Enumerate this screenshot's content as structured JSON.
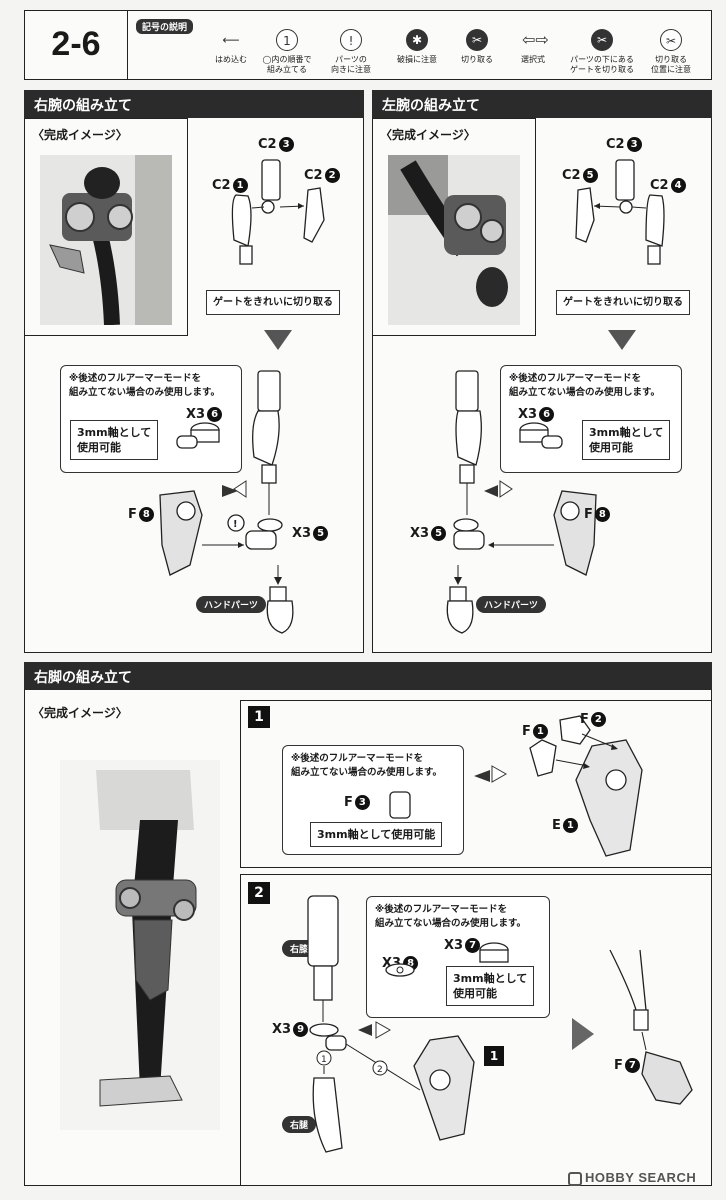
{
  "page": {
    "step": "2-6"
  },
  "legend": {
    "title": "記号の説明",
    "items": [
      {
        "label": "はめ込む",
        "icon": "arrow-left-icon"
      },
      {
        "label": "◯内の順番で\n組み立てる",
        "icon": "circled-one-icon"
      },
      {
        "label": "パーツの\n向きに注意",
        "icon": "exclamation-icon"
      },
      {
        "label": "破損に注意",
        "icon": "break-icon"
      },
      {
        "label": "切り取る",
        "icon": "cut-icon"
      },
      {
        "label": "選択式",
        "icon": "select-arrows-icon"
      },
      {
        "label": "パーツの下にある\nゲートを切り取る",
        "icon": "gate-cut-icon"
      },
      {
        "label": "切り取る\n位置に注意",
        "icon": "cut-position-icon"
      }
    ]
  },
  "right_arm": {
    "title": "右腕の組み立て",
    "preview": "〈完成イメージ〉",
    "parts": {
      "c2_3": "C2",
      "c2_1": "C2",
      "c2_2": "C2",
      "n3": "3",
      "n1": "1",
      "n2": "2"
    },
    "gate_note": "ゲートをきれいに切り取る",
    "note": "※後述のフルアーマーモードを\n組み立てない場合のみ使用します。",
    "x3_6": "X3",
    "n6": "6",
    "shaft": "3mm軸として\n使用可能",
    "f8": "F",
    "n8": "8",
    "x3_5": "X3",
    "n5": "5",
    "hand": "ハンドパーツ"
  },
  "left_arm": {
    "title": "左腕の組み立て",
    "preview": "〈完成イメージ〉",
    "parts": {
      "c2_3": "C2",
      "c2_5": "C2",
      "c2_4": "C2",
      "n3": "3",
      "n5": "5",
      "n4": "4"
    },
    "gate_note": "ゲートをきれいに切り取る",
    "note": "※後述のフルアーマーモードを\n組み立てない場合のみ使用します。",
    "x3_6": "X3",
    "n6": "6",
    "shaft": "3mm軸として\n使用可能",
    "f8": "F",
    "n8": "8",
    "x3_5": "X3",
    "n5": "5",
    "hand": "ハンドパーツ"
  },
  "right_leg": {
    "title": "右脚の組み立て",
    "preview": "〈完成イメージ〉",
    "step1": {
      "num": "1",
      "note": "※後述のフルアーマーモードを\n組み立てない場合のみ使用します。",
      "f3": "F",
      "n3": "3",
      "shaft": "3mm軸として使用可能",
      "f1": "F",
      "n1": "1",
      "f2": "F",
      "n2": "2",
      "e1": "E",
      "ne1": "1"
    },
    "step2": {
      "num": "2",
      "knee": "右膝",
      "thigh": "右腿",
      "note": "※後述のフルアーマーモードを\n組み立てない場合のみ使用します。",
      "x3_8": "X3",
      "n8": "8",
      "x3_7": "X3",
      "n7": "7",
      "shaft": "3mm軸として\n使用可能",
      "x3_9": "X3",
      "n9": "9",
      "ref": "1",
      "order1": "1",
      "order2": "2",
      "f7": "F",
      "nf7": "7"
    }
  },
  "watermark": "HOBBY SEARCH"
}
